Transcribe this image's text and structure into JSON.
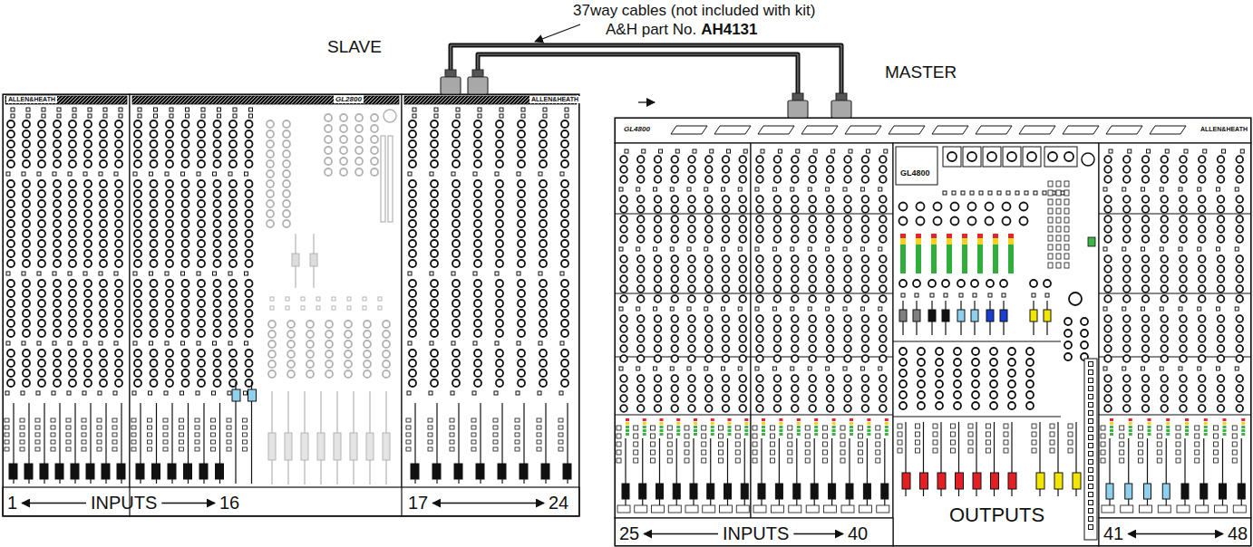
{
  "diagram": {
    "nodes": [
      {
        "text": [
          "SLAVE"
        ]
      },
      {
        "text": [
          "MASTER"
        ]
      }
    ],
    "edges": [
      {
        "from": 0,
        "to": 1,
        "arrow": "none"
      },
      {
        "from": 0,
        "to": 1,
        "arrow": "none"
      }
    ],
    "labels": [
      "37way cables (not included with kit)",
      "A&H part No.",
      "AH4131",
      "ALLEN&HEATH",
      "GL2800",
      "ALLEN&HEATH",
      "1",
      "INPUTS",
      "16",
      "17",
      "24",
      "GL4800",
      "ALLEN&HEATH",
      "GL4800",
      "OUTPUTS",
      "25",
      "INPUTS",
      "40",
      "41",
      "48"
    ]
  }
}
